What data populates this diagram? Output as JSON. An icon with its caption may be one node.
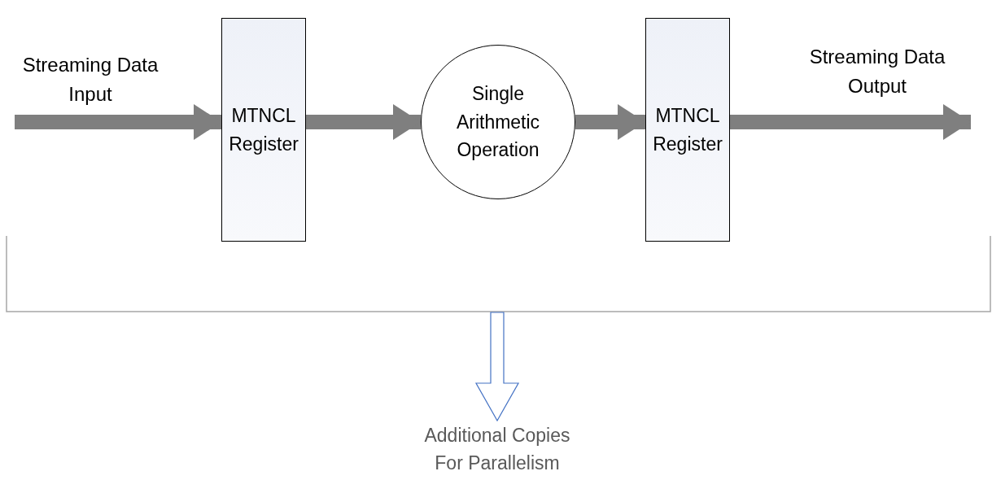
{
  "diagram": {
    "nodes": [
      {
        "text": [
          "MTNCL Register"
        ]
      },
      {
        "text": [
          "Single Arithmetic Operation"
        ]
      },
      {
        "text": [
          "MTNCL Register"
        ]
      },
      {
        "text": [
          "Additional Copies For Parallelism"
        ]
      }
    ],
    "edges": [
      {
        "from": null,
        "to": 0,
        "arrow": "to"
      },
      {
        "from": 0,
        "to": 1,
        "arrow": "to"
      },
      {
        "from": 1,
        "to": 2,
        "arrow": "to"
      },
      {
        "from": 2,
        "to": null,
        "arrow": "to"
      },
      {
        "from": null,
        "to": 3,
        "arrow": "to",
        "color": "#4472c4"
      }
    ],
    "labels": [
      "Streaming Data Input",
      "Streaming Data Output"
    ]
  }
}
